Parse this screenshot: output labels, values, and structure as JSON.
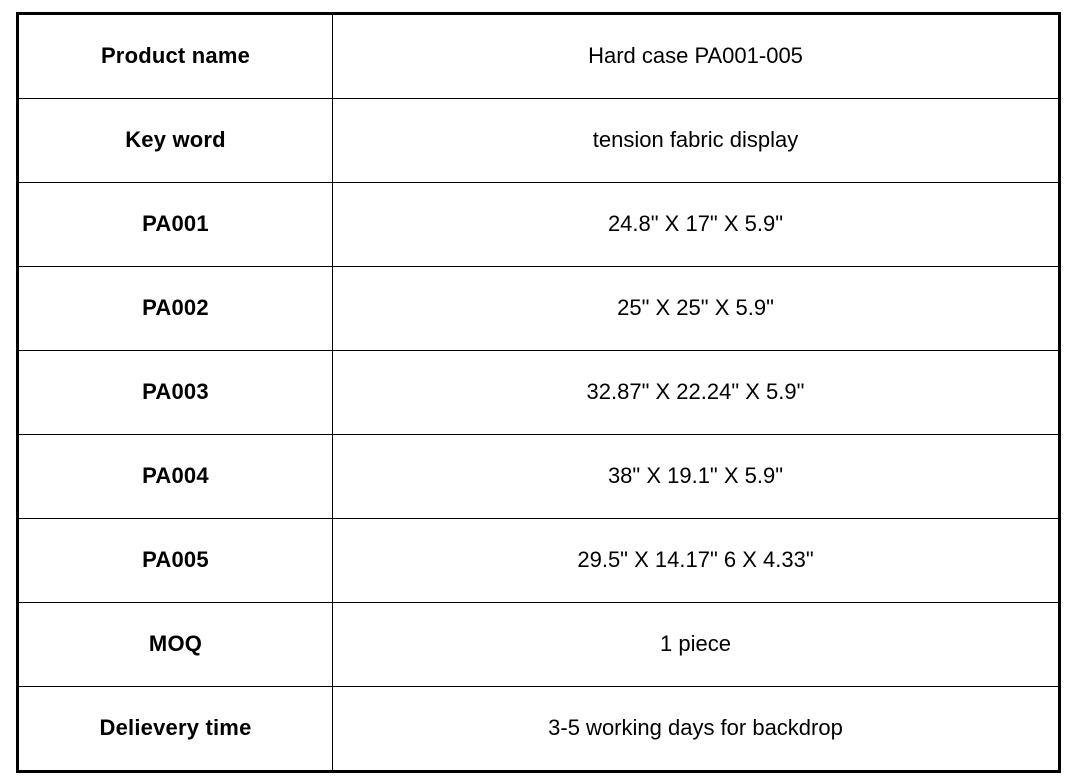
{
  "table": {
    "name": "product-specification-table",
    "columns": [
      "attribute",
      "value"
    ],
    "rows": [
      {
        "label": "Product name",
        "value": "Hard case PA001-005"
      },
      {
        "label": "Key word",
        "value": "tension fabric display"
      },
      {
        "label": "PA001",
        "value": "24.8\" X 17\" X 5.9\""
      },
      {
        "label": "PA002",
        "value": "25\" X 25\" X 5.9\""
      },
      {
        "label": "PA003",
        "value": "32.87\" X 22.24\" X 5.9\""
      },
      {
        "label": "PA004",
        "value": "38\" X 19.1\" X 5.9\""
      },
      {
        "label": "PA005",
        "value": "29.5\" X 14.17\" 6 X 4.33\""
      },
      {
        "label": "MOQ",
        "value": "1 piece"
      },
      {
        "label": "Delievery time",
        "value": "3-5 working days for backdrop"
      }
    ],
    "colors": {
      "border": "#000000",
      "background": "#ffffff",
      "text": "#000000"
    }
  }
}
